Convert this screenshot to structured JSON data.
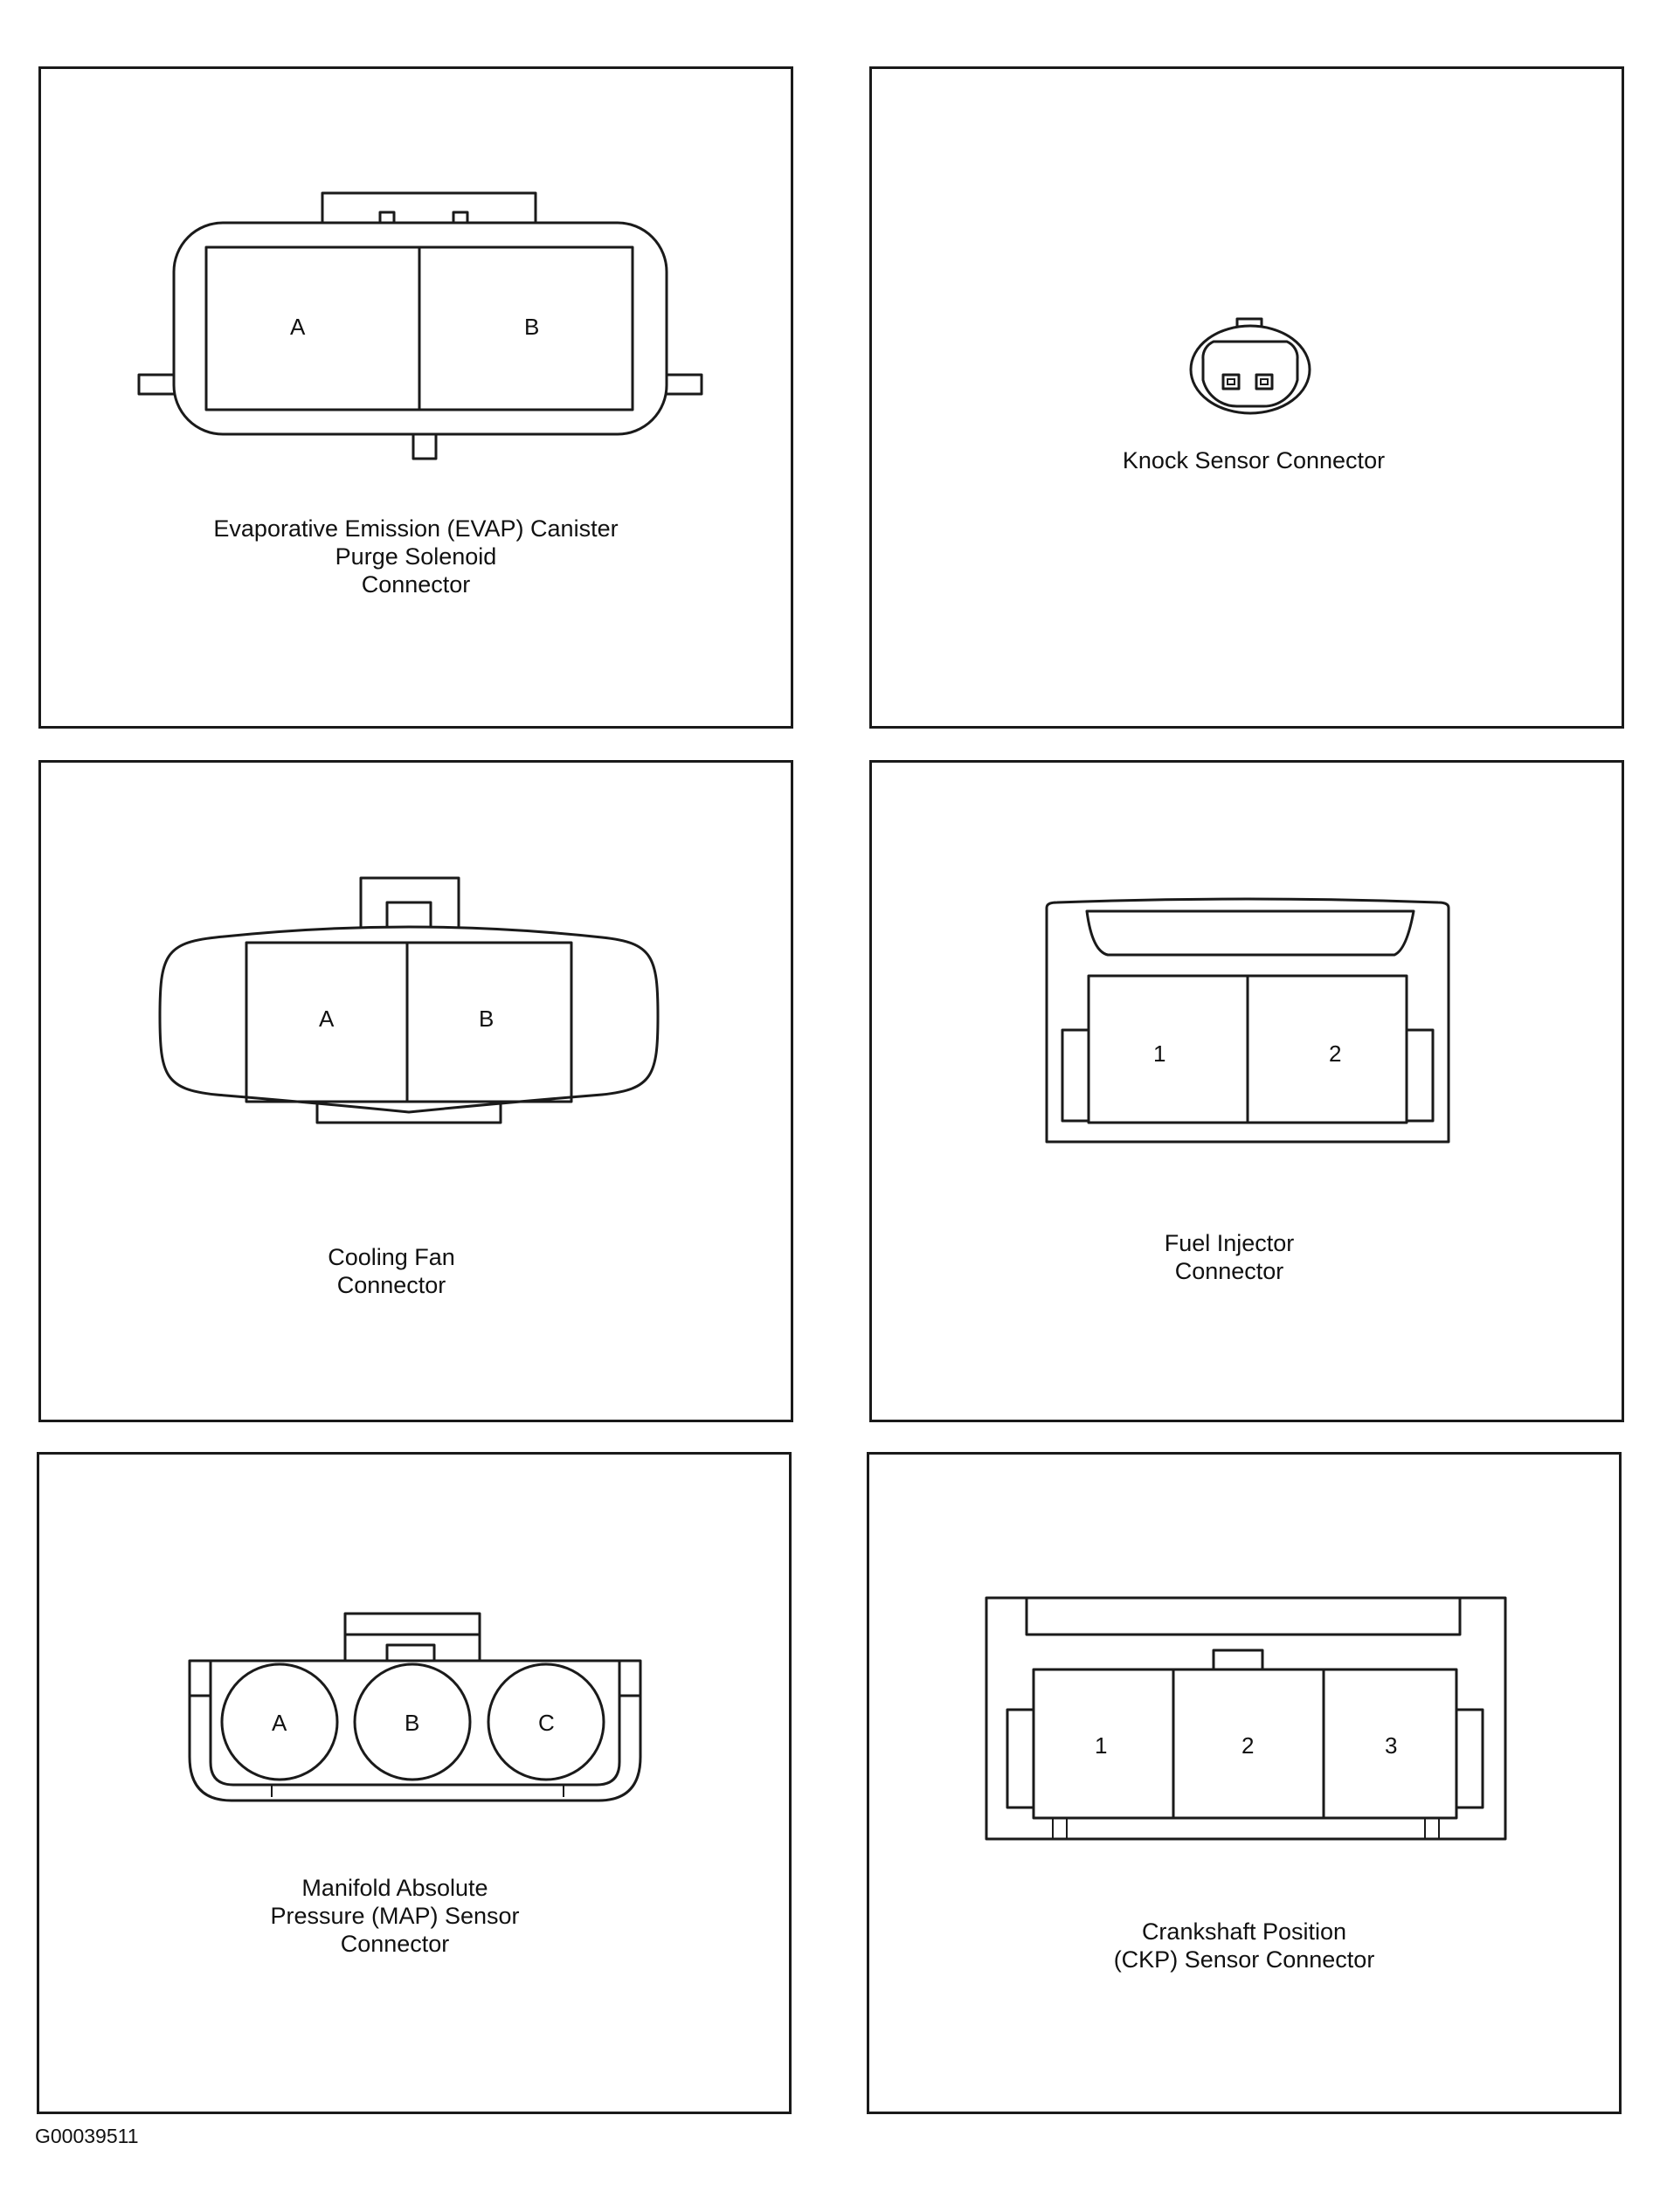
{
  "figure_code": "G00039511",
  "panels": {
    "evap": {
      "label": [
        "Evaporative Emission (EVAP) Canister",
        "Purge Solenoid",
        "Connector"
      ],
      "pins": [
        "A",
        "B"
      ]
    },
    "knock": {
      "label": [
        "Knock Sensor Connector"
      ]
    },
    "cooling_fan": {
      "label": [
        "Cooling Fan",
        "Connector"
      ],
      "pins": [
        "A",
        "B"
      ]
    },
    "fuel_injector": {
      "label": [
        "Fuel Injector",
        "Connector"
      ],
      "pins": [
        "1",
        "2"
      ]
    },
    "map": {
      "label": [
        "Manifold Absolute",
        "Pressure (MAP) Sensor",
        "Connector"
      ],
      "pins": [
        "A",
        "B",
        "C"
      ]
    },
    "ckp": {
      "label": [
        "Crankshaft Position",
        "(CKP) Sensor Connector"
      ],
      "pins": [
        "1",
        "2",
        "3"
      ]
    }
  }
}
